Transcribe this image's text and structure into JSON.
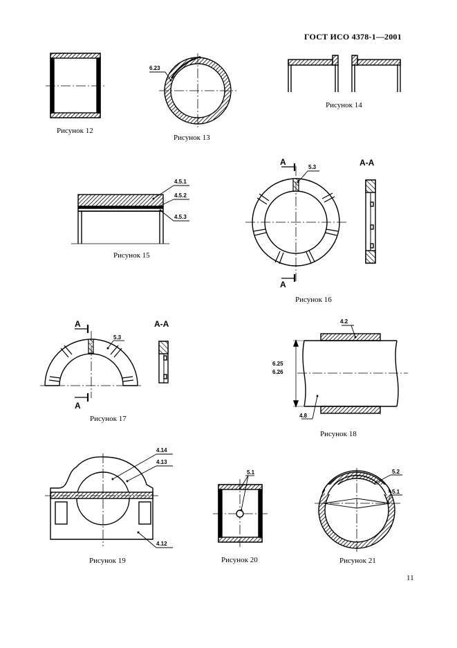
{
  "header": {
    "standard": "ГОСТ ИСО 4378-1—2001"
  },
  "page_number": "11",
  "figures": {
    "f12": {
      "caption": "Рисунок 12"
    },
    "f13": {
      "caption": "Рисунок 13",
      "labels": [
        "6.23"
      ]
    },
    "f14": {
      "caption": "Рисунок 14"
    },
    "f15": {
      "caption": "Рисунок 15",
      "labels": [
        "4.5.1",
        "4.5.2",
        "4.5.3"
      ]
    },
    "f16": {
      "caption": "Рисунок 16",
      "labels": [
        "5.3"
      ],
      "section": "А-А",
      "cut": "А"
    },
    "f17": {
      "caption": "Рисунок 17",
      "labels": [
        "5.3"
      ],
      "section": "А-А",
      "cut": "А"
    },
    "f18": {
      "caption": "Рисунок 18",
      "labels": [
        "4.2",
        "6.25",
        "6.26",
        "4.8"
      ]
    },
    "f19": {
      "caption": "Рисунок 19",
      "labels": [
        "4.14",
        "4.13",
        "4.12"
      ]
    },
    "f20": {
      "caption": "Рисунок 20",
      "labels": [
        "5.1"
      ]
    },
    "f21": {
      "caption": "Рисунок 21",
      "labels": [
        "5.2",
        "5.1"
      ]
    }
  }
}
